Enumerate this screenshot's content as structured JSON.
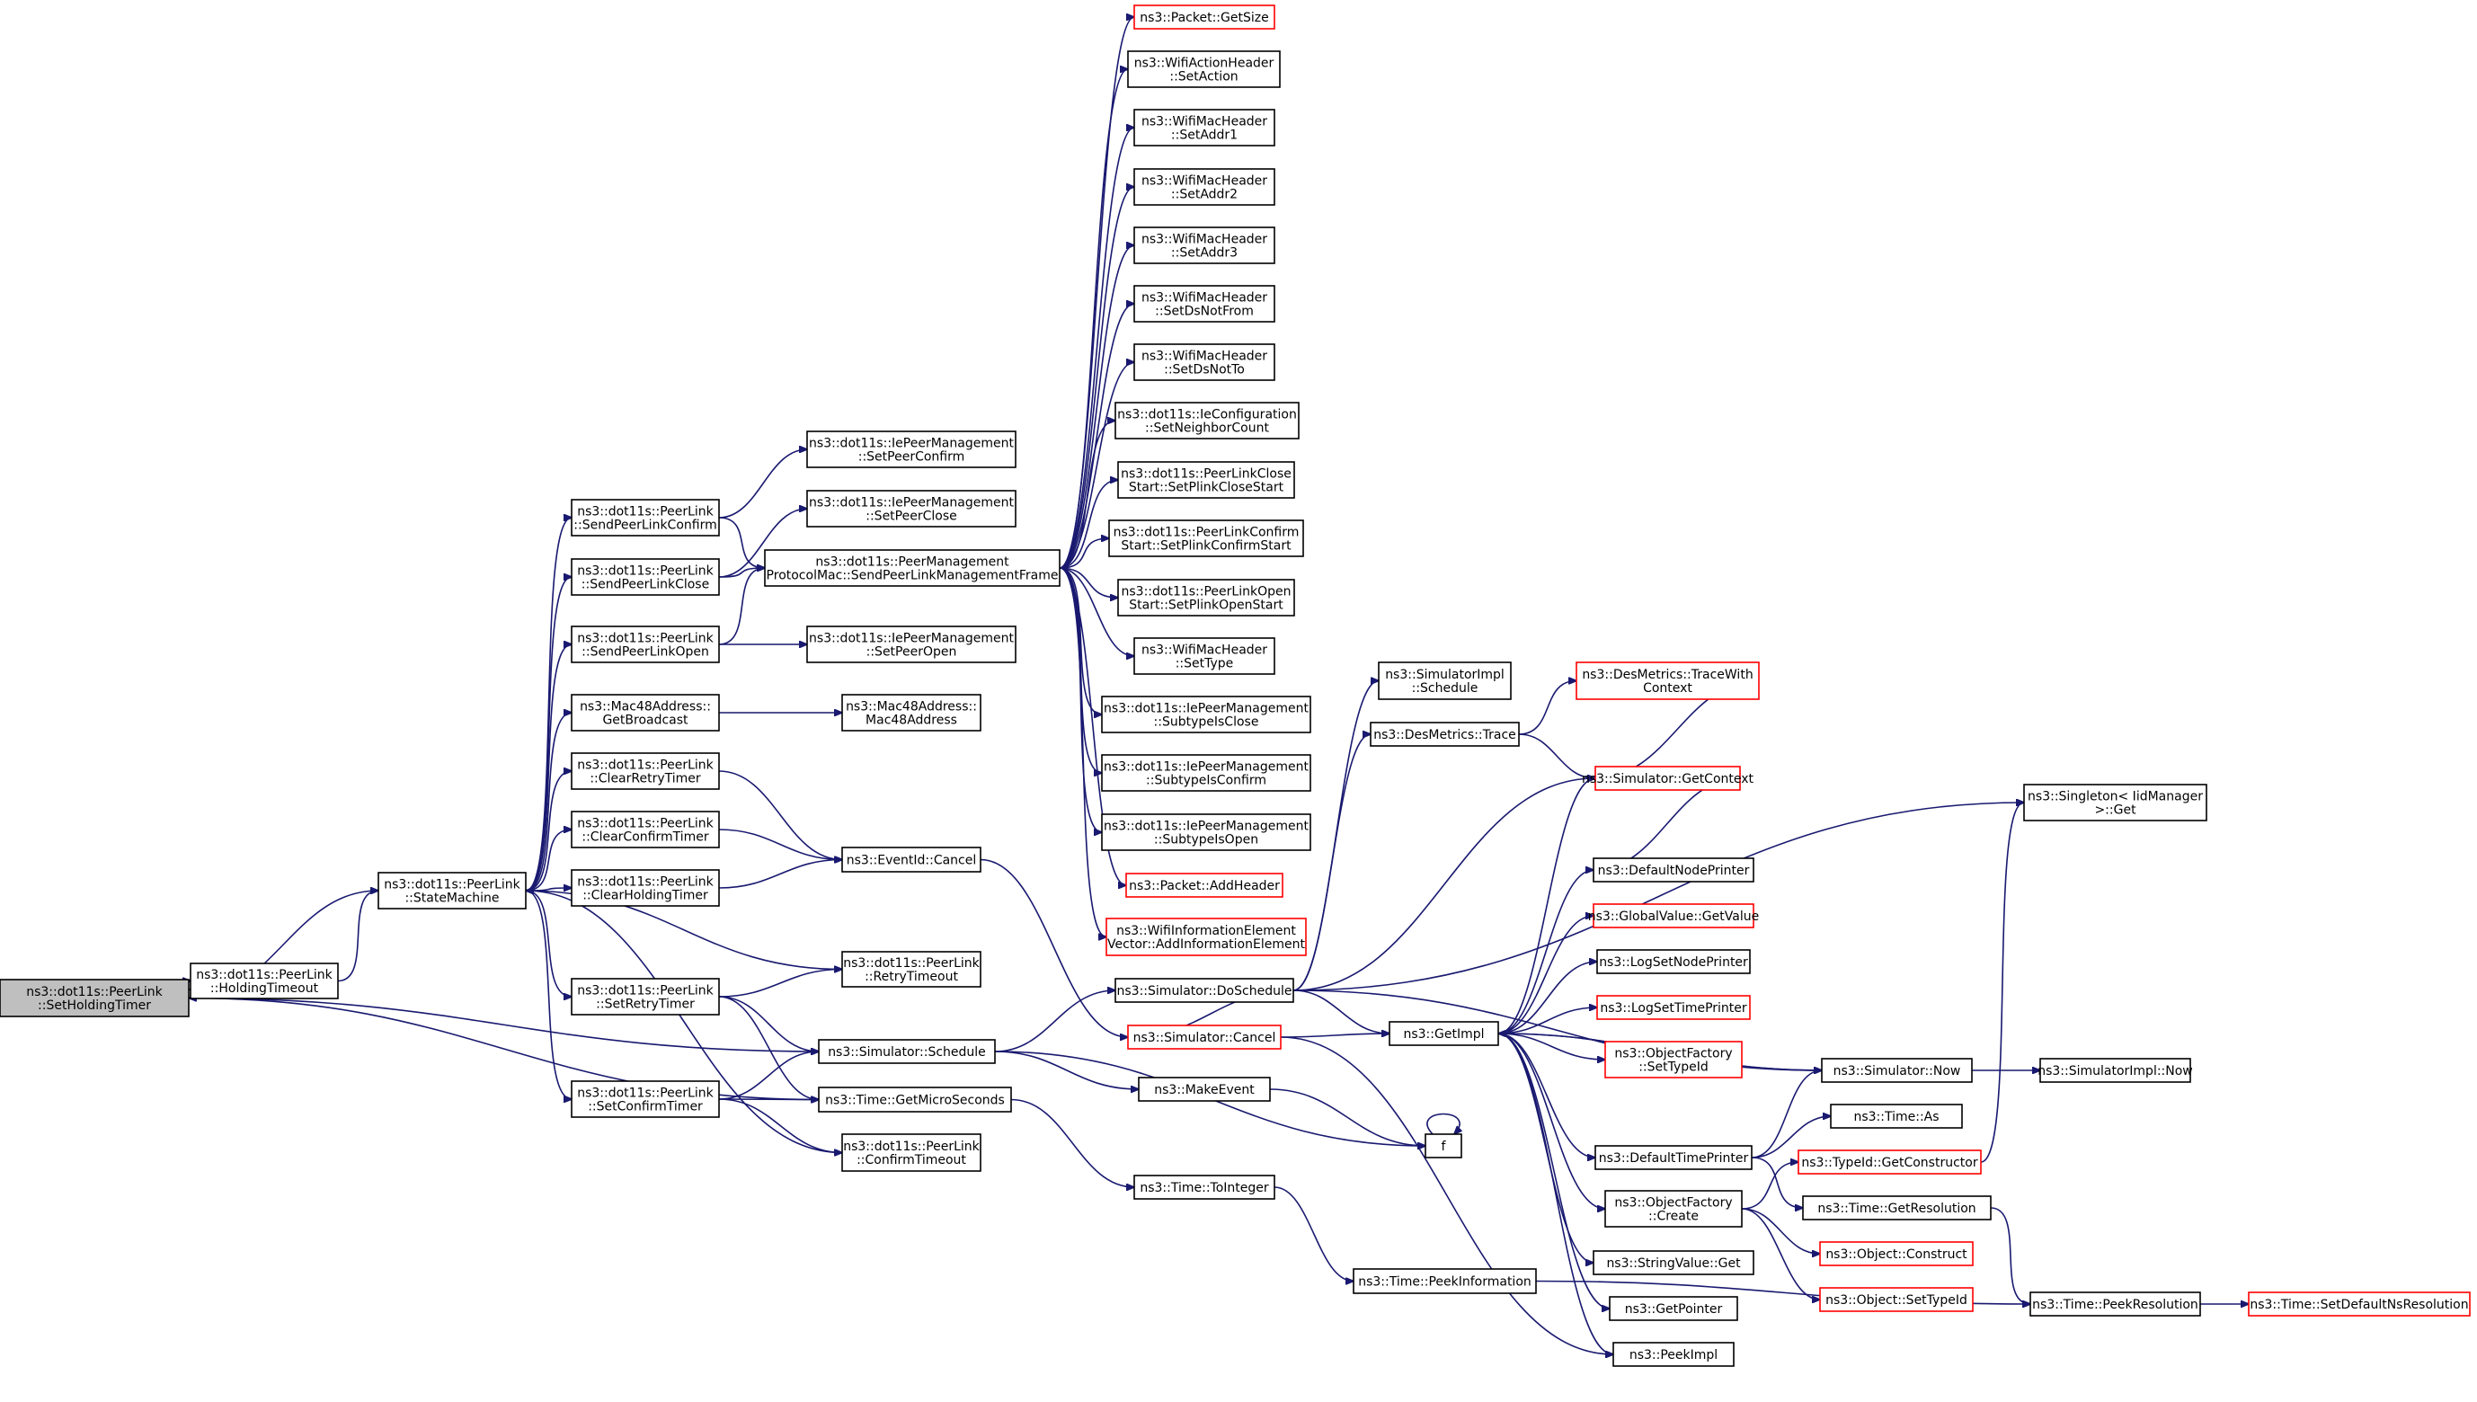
{
  "graph": {
    "nodes": [
      {
        "id": "root",
        "lines": [
          "ns3::dot11s::PeerLink",
          "::SetHoldingTimer"
        ],
        "style": "root"
      },
      {
        "id": "holdingTimeout",
        "lines": [
          "ns3::dot11s::PeerLink",
          "::HoldingTimeout"
        ]
      },
      {
        "id": "stateMachine",
        "lines": [
          "ns3::dot11s::PeerLink",
          "::StateMachine"
        ]
      },
      {
        "id": "sendConfirm",
        "lines": [
          "ns3::dot11s::PeerLink",
          "::SendPeerLinkConfirm"
        ]
      },
      {
        "id": "sendClose",
        "lines": [
          "ns3::dot11s::PeerLink",
          "::SendPeerLinkClose"
        ]
      },
      {
        "id": "sendOpen",
        "lines": [
          "ns3::dot11s::PeerLink",
          "::SendPeerLinkOpen"
        ]
      },
      {
        "id": "getBroadcast",
        "lines": [
          "ns3::Mac48Address::",
          "GetBroadcast"
        ]
      },
      {
        "id": "clearRetry",
        "lines": [
          "ns3::dot11s::PeerLink",
          "::ClearRetryTimer"
        ]
      },
      {
        "id": "clearConfirm",
        "lines": [
          "ns3::dot11s::PeerLink",
          "::ClearConfirmTimer"
        ]
      },
      {
        "id": "clearHolding",
        "lines": [
          "ns3::dot11s::PeerLink",
          "::ClearHoldingTimer"
        ]
      },
      {
        "id": "setRetry",
        "lines": [
          "ns3::dot11s::PeerLink",
          "::SetRetryTimer"
        ]
      },
      {
        "id": "setConfirm",
        "lines": [
          "ns3::dot11s::PeerLink",
          "::SetConfirmTimer"
        ]
      },
      {
        "id": "iePmSetPeerConfirm",
        "lines": [
          "ns3::dot11s::IePeerManagement",
          "::SetPeerConfirm"
        ]
      },
      {
        "id": "iePmSetPeerClose",
        "lines": [
          "ns3::dot11s::IePeerManagement",
          "::SetPeerClose"
        ]
      },
      {
        "id": "sendFrame",
        "lines": [
          "ns3::dot11s::PeerManagement",
          "ProtocolMac::SendPeerLinkManagementFrame"
        ]
      },
      {
        "id": "iePmSetPeerOpen",
        "lines": [
          "ns3::dot11s::IePeerManagement",
          "::SetPeerOpen"
        ]
      },
      {
        "id": "mac48Address",
        "lines": [
          "ns3::Mac48Address::",
          "Mac48Address"
        ]
      },
      {
        "id": "eventCancel",
        "lines": [
          "ns3::EventId::Cancel"
        ]
      },
      {
        "id": "retryTimeout",
        "lines": [
          "ns3::dot11s::PeerLink",
          "::RetryTimeout"
        ]
      },
      {
        "id": "simSchedule",
        "lines": [
          "ns3::Simulator::Schedule"
        ]
      },
      {
        "id": "getMicroSeconds",
        "lines": [
          "ns3::Time::GetMicroSeconds"
        ]
      },
      {
        "id": "confirmTimeout",
        "lines": [
          "ns3::dot11s::PeerLink",
          "::ConfirmTimeout"
        ]
      },
      {
        "id": "packetGetSize",
        "lines": [
          "ns3::Packet::GetSize"
        ],
        "style": "red"
      },
      {
        "id": "setAction",
        "lines": [
          "ns3::WifiActionHeader",
          "::SetAction"
        ]
      },
      {
        "id": "setAddr1",
        "lines": [
          "ns3::WifiMacHeader",
          "::SetAddr1"
        ]
      },
      {
        "id": "setAddr2",
        "lines": [
          "ns3::WifiMacHeader",
          "::SetAddr2"
        ]
      },
      {
        "id": "setAddr3",
        "lines": [
          "ns3::WifiMacHeader",
          "::SetAddr3"
        ]
      },
      {
        "id": "setDsNotFrom",
        "lines": [
          "ns3::WifiMacHeader",
          "::SetDsNotFrom"
        ]
      },
      {
        "id": "setDsNotTo",
        "lines": [
          "ns3::WifiMacHeader",
          "::SetDsNotTo"
        ]
      },
      {
        "id": "setNeighborCount",
        "lines": [
          "ns3::dot11s::IeConfiguration",
          "::SetNeighborCount"
        ]
      },
      {
        "id": "setPlinkCloseStart",
        "lines": [
          "ns3::dot11s::PeerLinkClose",
          "Start::SetPlinkCloseStart"
        ]
      },
      {
        "id": "setPlinkConfirmStart",
        "lines": [
          "ns3::dot11s::PeerLinkConfirm",
          "Start::SetPlinkConfirmStart"
        ]
      },
      {
        "id": "setPlinkOpenStart",
        "lines": [
          "ns3::dot11s::PeerLinkOpen",
          "Start::SetPlinkOpenStart"
        ]
      },
      {
        "id": "setType",
        "lines": [
          "ns3::WifiMacHeader",
          "::SetType"
        ]
      },
      {
        "id": "subtypeIsClose",
        "lines": [
          "ns3::dot11s::IePeerManagement",
          "::SubtypeIsClose"
        ]
      },
      {
        "id": "subtypeIsConfirm",
        "lines": [
          "ns3::dot11s::IePeerManagement",
          "::SubtypeIsConfirm"
        ]
      },
      {
        "id": "subtypeIsOpen",
        "lines": [
          "ns3::dot11s::IePeerManagement",
          "::SubtypeIsOpen"
        ]
      },
      {
        "id": "packetAddHeader",
        "lines": [
          "ns3::Packet::AddHeader"
        ],
        "style": "red"
      },
      {
        "id": "addInfoElement",
        "lines": [
          "ns3::WifiInformationElement",
          "Vector::AddInformationElement"
        ],
        "style": "red"
      },
      {
        "id": "simDoSchedule",
        "lines": [
          "ns3::Simulator::DoSchedule"
        ]
      },
      {
        "id": "simCancel",
        "lines": [
          "ns3::Simulator::Cancel"
        ],
        "style": "red"
      },
      {
        "id": "makeEvent",
        "lines": [
          "ns3::MakeEvent"
        ]
      },
      {
        "id": "timeToInteger",
        "lines": [
          "ns3::Time::ToInteger"
        ]
      },
      {
        "id": "simImplSchedule",
        "lines": [
          "ns3::SimulatorImpl",
          "::Schedule"
        ]
      },
      {
        "id": "desTrace",
        "lines": [
          "ns3::DesMetrics::Trace"
        ]
      },
      {
        "id": "getImpl",
        "lines": [
          "ns3::GetImpl"
        ]
      },
      {
        "id": "f",
        "lines": [
          "f"
        ]
      },
      {
        "id": "peekInformation",
        "lines": [
          "ns3::Time::PeekInformation"
        ]
      },
      {
        "id": "traceWithContext",
        "lines": [
          "ns3::DesMetrics::TraceWith",
          "Context"
        ],
        "style": "red"
      },
      {
        "id": "simGetContext",
        "lines": [
          "ns3::Simulator::GetContext"
        ],
        "style": "red"
      },
      {
        "id": "defaultNodePrinter",
        "lines": [
          "ns3::DefaultNodePrinter"
        ]
      },
      {
        "id": "globalValueGetValue",
        "lines": [
          "ns3::GlobalValue::GetValue"
        ],
        "style": "red"
      },
      {
        "id": "logSetNodePrinter",
        "lines": [
          "ns3::LogSetNodePrinter"
        ]
      },
      {
        "id": "logSetTimePrinter",
        "lines": [
          "ns3::LogSetTimePrinter"
        ],
        "style": "red"
      },
      {
        "id": "objFactorySetTypeId",
        "lines": [
          "ns3::ObjectFactory",
          "::SetTypeId"
        ],
        "style": "red"
      },
      {
        "id": "defaultTimePrinter",
        "lines": [
          "ns3::DefaultTimePrinter"
        ]
      },
      {
        "id": "objFactoryCreate",
        "lines": [
          "ns3::ObjectFactory",
          "::Create"
        ]
      },
      {
        "id": "stringValueGet",
        "lines": [
          "ns3::StringValue::Get"
        ]
      },
      {
        "id": "getPointer",
        "lines": [
          "ns3::GetPointer"
        ]
      },
      {
        "id": "peekImpl",
        "lines": [
          "ns3::PeekImpl"
        ]
      },
      {
        "id": "simNow",
        "lines": [
          "ns3::Simulator::Now"
        ]
      },
      {
        "id": "timeAs",
        "lines": [
          "ns3::Time::As"
        ]
      },
      {
        "id": "typeIdGetConstructor",
        "lines": [
          "ns3::TypeId::GetConstructor"
        ],
        "style": "red"
      },
      {
        "id": "timeGetResolution",
        "lines": [
          "ns3::Time::GetResolution"
        ]
      },
      {
        "id": "objectConstruct",
        "lines": [
          "ns3::Object::Construct"
        ],
        "style": "red"
      },
      {
        "id": "objectSetTypeId",
        "lines": [
          "ns3::Object::SetTypeId"
        ],
        "style": "red"
      },
      {
        "id": "singletonGet",
        "lines": [
          "ns3::Singleton< IidManager",
          " >::Get"
        ]
      },
      {
        "id": "simImplNow",
        "lines": [
          "ns3::SimulatorImpl::Now"
        ]
      },
      {
        "id": "timePeekResolution",
        "lines": [
          "ns3::Time::PeekResolution"
        ]
      },
      {
        "id": "timeSetDefaultNsResolution",
        "lines": [
          "ns3::Time::SetDefaultNsResolution"
        ],
        "style": "red"
      }
    ],
    "edges": [
      [
        "root",
        "holdingTimeout"
      ],
      [
        "holdingTimeout",
        "stateMachine"
      ],
      [
        "stateMachine",
        "root"
      ],
      [
        "root",
        "simSchedule"
      ],
      [
        "root",
        "getMicroSeconds"
      ],
      [
        "stateMachine",
        "sendConfirm"
      ],
      [
        "stateMachine",
        "sendClose"
      ],
      [
        "stateMachine",
        "sendOpen"
      ],
      [
        "stateMachine",
        "getBroadcast"
      ],
      [
        "stateMachine",
        "clearRetry"
      ],
      [
        "stateMachine",
        "clearConfirm"
      ],
      [
        "stateMachine",
        "clearHolding"
      ],
      [
        "stateMachine",
        "setRetry"
      ],
      [
        "stateMachine",
        "setConfirm"
      ],
      [
        "sendConfirm",
        "iePmSetPeerConfirm"
      ],
      [
        "sendConfirm",
        "sendFrame"
      ],
      [
        "sendClose",
        "iePmSetPeerClose"
      ],
      [
        "sendClose",
        "sendFrame"
      ],
      [
        "sendOpen",
        "sendFrame"
      ],
      [
        "sendOpen",
        "iePmSetPeerOpen"
      ],
      [
        "getBroadcast",
        "mac48Address"
      ],
      [
        "clearRetry",
        "eventCancel"
      ],
      [
        "clearConfirm",
        "eventCancel"
      ],
      [
        "clearHolding",
        "eventCancel"
      ],
      [
        "setRetry",
        "retryTimeout"
      ],
      [
        "setRetry",
        "simSchedule"
      ],
      [
        "setRetry",
        "getMicroSeconds"
      ],
      [
        "setConfirm",
        "simSchedule"
      ],
      [
        "setConfirm",
        "getMicroSeconds"
      ],
      [
        "setConfirm",
        "confirmTimeout"
      ],
      [
        "retryTimeout",
        "stateMachine"
      ],
      [
        "confirmTimeout",
        "stateMachine"
      ],
      [
        "eventCancel",
        "simCancel"
      ],
      [
        "sendFrame",
        "packetGetSize"
      ],
      [
        "sendFrame",
        "setAction"
      ],
      [
        "sendFrame",
        "setAddr1"
      ],
      [
        "sendFrame",
        "setAddr2"
      ],
      [
        "sendFrame",
        "setAddr3"
      ],
      [
        "sendFrame",
        "setDsNotFrom"
      ],
      [
        "sendFrame",
        "setDsNotTo"
      ],
      [
        "sendFrame",
        "setNeighborCount"
      ],
      [
        "sendFrame",
        "setPlinkCloseStart"
      ],
      [
        "sendFrame",
        "setPlinkConfirmStart"
      ],
      [
        "sendFrame",
        "setPlinkOpenStart"
      ],
      [
        "sendFrame",
        "setType"
      ],
      [
        "sendFrame",
        "subtypeIsClose"
      ],
      [
        "sendFrame",
        "subtypeIsConfirm"
      ],
      [
        "sendFrame",
        "subtypeIsOpen"
      ],
      [
        "sendFrame",
        "packetAddHeader"
      ],
      [
        "sendFrame",
        "addInfoElement"
      ],
      [
        "simSchedule",
        "simDoSchedule"
      ],
      [
        "simSchedule",
        "makeEvent"
      ],
      [
        "simSchedule",
        "f"
      ],
      [
        "getMicroSeconds",
        "timeToInteger"
      ],
      [
        "makeEvent",
        "f"
      ],
      [
        "f",
        "f"
      ],
      [
        "timeToInteger",
        "peekInformation"
      ],
      [
        "peekInformation",
        "timePeekResolution"
      ],
      [
        "simDoSchedule",
        "simImplSchedule"
      ],
      [
        "simDoSchedule",
        "desTrace"
      ],
      [
        "simDoSchedule",
        "getImpl"
      ],
      [
        "simDoSchedule",
        "simCancel"
      ],
      [
        "simDoSchedule",
        "simGetContext"
      ],
      [
        "simDoSchedule",
        "simNow"
      ],
      [
        "simDoSchedule",
        "singletonGet"
      ],
      [
        "simCancel",
        "getImpl"
      ],
      [
        "simCancel",
        "peekImpl"
      ],
      [
        "desTrace",
        "traceWithContext"
      ],
      [
        "desTrace",
        "simGetContext"
      ],
      [
        "traceWithContext",
        "simGetContext"
      ],
      [
        "getImpl",
        "simGetContext"
      ],
      [
        "getImpl",
        "defaultNodePrinter"
      ],
      [
        "getImpl",
        "globalValueGetValue"
      ],
      [
        "getImpl",
        "logSetNodePrinter"
      ],
      [
        "getImpl",
        "logSetTimePrinter"
      ],
      [
        "getImpl",
        "objFactorySetTypeId"
      ],
      [
        "getImpl",
        "defaultTimePrinter"
      ],
      [
        "getImpl",
        "objFactoryCreate"
      ],
      [
        "getImpl",
        "stringValueGet"
      ],
      [
        "getImpl",
        "getPointer"
      ],
      [
        "getImpl",
        "peekImpl"
      ],
      [
        "getImpl",
        "simNow"
      ],
      [
        "defaultNodePrinter",
        "simGetContext"
      ],
      [
        "defaultTimePrinter",
        "simNow"
      ],
      [
        "defaultTimePrinter",
        "timeAs"
      ],
      [
        "defaultTimePrinter",
        "timeGetResolution"
      ],
      [
        "simNow",
        "getImpl"
      ],
      [
        "simNow",
        "simImplNow"
      ],
      [
        "objFactoryCreate",
        "typeIdGetConstructor"
      ],
      [
        "objFactoryCreate",
        "objectConstruct"
      ],
      [
        "objFactoryCreate",
        "objectSetTypeId"
      ],
      [
        "typeIdGetConstructor",
        "singletonGet"
      ],
      [
        "timeGetResolution",
        "timePeekResolution"
      ],
      [
        "timePeekResolution",
        "timeSetDefaultNsResolution"
      ]
    ]
  }
}
